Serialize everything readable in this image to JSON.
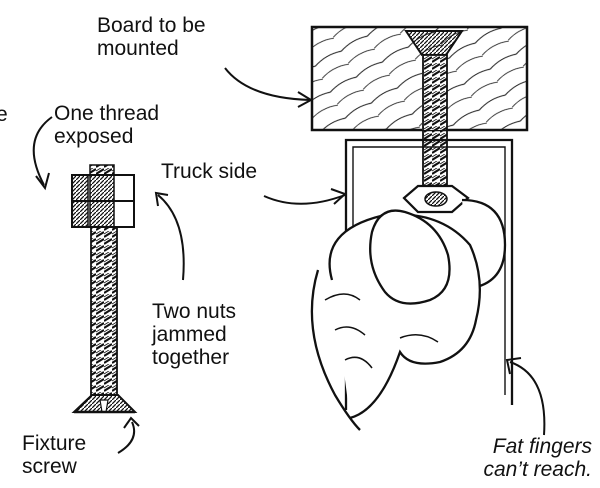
{
  "labels": {
    "board": "Board to be\nmounted",
    "truck_side": "Truck side",
    "one_thread": "One thread\nexposed",
    "two_nuts": "Two nuts\njammed\ntogether",
    "fixture_screw": "Fixture\nscrew",
    "fat_fingers": "Fat fingers\ncan’t reach."
  },
  "cutoff_glyph": "e"
}
